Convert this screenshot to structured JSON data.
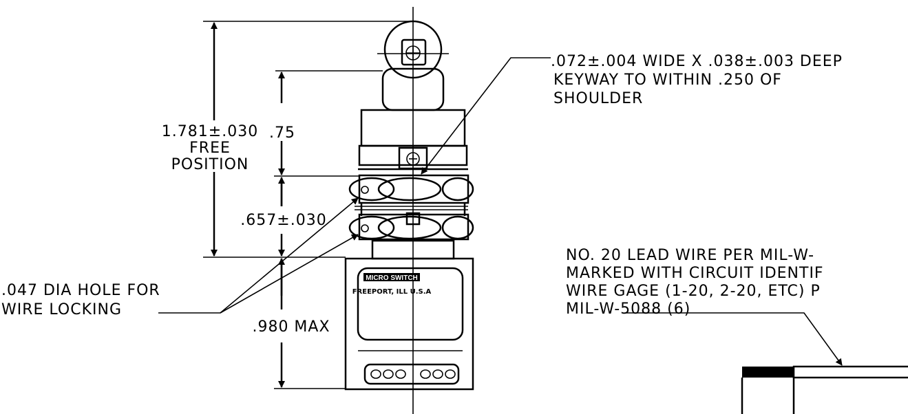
{
  "dimensions": {
    "overall": [
      "1.781±.030",
      "FREE",
      "POSITION"
    ],
    "actuator": ".75",
    "body_offset": ".657±.030",
    "housing": ".980 MAX"
  },
  "notes": {
    "keyway": [
      ".072±.004 WIDE X .038±.003 DEEP",
      "KEYWAY TO WITHIN .250 OF",
      "SHOULDER"
    ],
    "lockwire": [
      ".047 DIA HOLE FOR",
      "WIRE LOCKING"
    ],
    "lead_wire": [
      "NO. 20 LEAD WIRE PER MIL-W-",
      "MARKED WITH CIRCUIT IDENTIF",
      "WIRE GAGE (1-20, 2-20, ETC) P",
      "MIL-W-5088 (6)"
    ]
  },
  "label_plate": {
    "brand": "MICRO SWITCH",
    "origin": "FREEPORT, ILL U.S.A"
  }
}
